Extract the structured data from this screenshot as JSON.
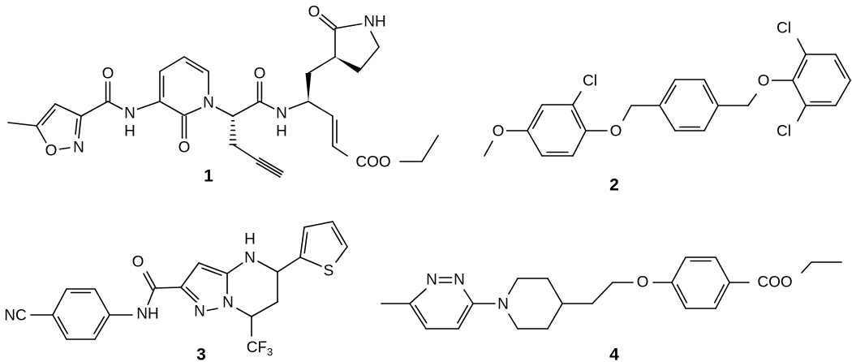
{
  "compounds": [
    {
      "number": "1",
      "atoms": [
        "O",
        "N",
        "O",
        "N",
        "H",
        "N",
        "O",
        "O",
        "N",
        "H",
        "O",
        "NH",
        "COO"
      ]
    },
    {
      "number": "2",
      "atoms": [
        "O",
        "Cl",
        "O",
        "O",
        "Cl",
        "Cl"
      ]
    },
    {
      "number": "3",
      "atoms": [
        "NC",
        "NH",
        "O",
        "N",
        "N",
        "H",
        "N",
        "S",
        "CF"
      ],
      "cf3_sub": "3"
    },
    {
      "number": "4",
      "atoms": [
        "N",
        "N",
        "N",
        "O",
        "COO"
      ]
    }
  ]
}
